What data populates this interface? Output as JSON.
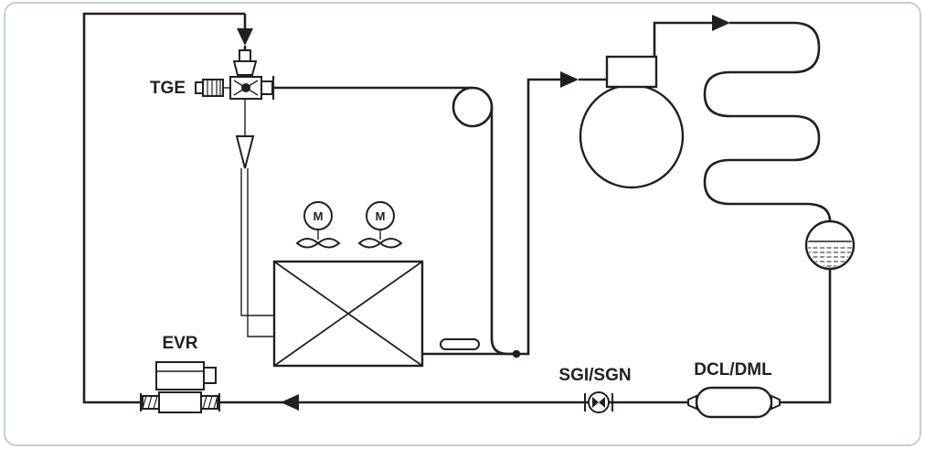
{
  "diagram": {
    "background": "#ffffff",
    "line_color": "#231f20",
    "frame_border_color": "#c6ced5",
    "labels": {
      "expansion_valve": "TGE",
      "solenoid_valve": "EVR",
      "sight_glass": "SGI/SGN",
      "filter_drier": "DCL/DML"
    },
    "fans": [
      {
        "motor_label": "M"
      },
      {
        "motor_label": "M"
      }
    ]
  }
}
